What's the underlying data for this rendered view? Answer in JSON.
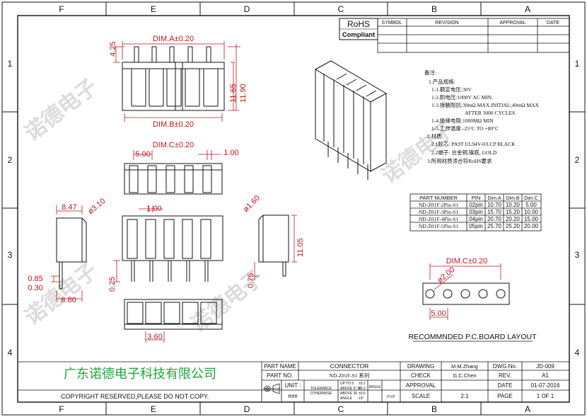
{
  "grid": {
    "columns": [
      "F",
      "E",
      "D",
      "C",
      "B",
      "A"
    ],
    "rows": [
      "1",
      "2",
      "3",
      "4"
    ]
  },
  "rohs": {
    "line1": "RoHS",
    "line2": "Compliant"
  },
  "revision_table": {
    "symbol": "SYMBOL",
    "revision": "REVISION",
    "approval": "APPROVAL",
    "date": "DATE"
  },
  "notes": {
    "heading": "备注:",
    "lines": [
      "1.产品规格:",
      "1-1.额定电压:30V",
      "1-2.耐电压:1000V AC MIN.",
      "1-3.接触阻抗:30mΩ  MAX.INITIAL;40mΩ  MAX",
      "AFTER 3000 CYCLES",
      "1-4.绝缘电阻:1000MΩ  MIN",
      "1-5.工作温度:-25°C TO +80°C",
      "2.材质:",
      "2.1胶芯: PA9T UL94V-0/LCP BLACK",
      "2.2端子: 合金铜,镍底, GOLD",
      "3.所用材质须合符RoHS要求"
    ]
  },
  "parts_table": {
    "headers": [
      "PART NUMBER",
      "PIN",
      "Dim.A",
      "Dim.B",
      "Dim.C"
    ],
    "rows": [
      [
        "ND-Z01F-2Pin-S1",
        "02pin",
        "10.70",
        "10.20",
        "5.00"
      ],
      [
        "ND-Z01F-3Pin-S1",
        "03pin",
        "15.70",
        "15.20",
        "10.00"
      ],
      [
        "ND-Z01F-4Pin-S1",
        "04pin",
        "20.70",
        "20.20",
        "15.00"
      ],
      [
        "ND-Z01F-5Pin-S1",
        "05pin",
        "25.70",
        "25.20",
        "20.00"
      ]
    ]
  },
  "dims": {
    "dim_a": "DIM.A±0.20",
    "dim_b": "DIM.B±0.20",
    "dim_c": "DIM.C±0.20",
    "d425": "4.25",
    "d1165": "11.65",
    "d1190": "11.90",
    "d500": "5.00",
    "d100a": "1.00",
    "d100b": "1.00",
    "d847": "8.47",
    "phi310": "ø3.10",
    "d085": "0.85",
    "d030": "0.30",
    "d880": "8.80",
    "d025": "0.25",
    "d360": "3.60",
    "phi160": "ø1.60",
    "d1105": "11.05",
    "d075": "0.75",
    "pcb_dim_c": "DIM.C±0.20",
    "pcb_phi200": "ø2.00",
    "pcb_500": "5.00"
  },
  "pcb_layout_title": "RECOMMNDED P.C.BOARD LAYOUT",
  "company": "广东诺德电子科技有限公司",
  "copyright": "COPYRIGHT RESERVED,PLEASE DO NOT COPY.",
  "watermark": "诺德电子",
  "title_block": {
    "part_name_label": "PART NAME",
    "part_name": "CONNECTOR",
    "part_no_label": "PART NO.",
    "part_no": "ND-Z01F-S1 系列",
    "unit_label": "UNIT :",
    "unit": "mm",
    "tolerance_label": "TOLERANCE",
    "otherwise_label": "OTHERWISE",
    "tol_rows": [
      [
        "UP TO 5",
        "±0.2"
      ],
      [
        "ABOVE 5~30",
        "±0.3"
      ],
      [
        "ABOVE 30",
        "±0.5"
      ],
      [
        "ANGLE",
        "±3°"
      ]
    ],
    "angle_label": "ANGLE",
    "angle_value": "0°±3°",
    "drawing_label": "DRAWING",
    "drawing_by": "M.M.Zhang",
    "check_label": "CHECK",
    "check_by": "G.C.Chen",
    "approval_label": "APPROVAL",
    "scale_label": "SCALE",
    "scale": "2:1",
    "dwg_no_label": "DWG.No.",
    "dwg_no": "JD-009",
    "rev_label": "REV.",
    "rev": "A1",
    "date_label": "DATE",
    "date": "01-07-2016",
    "page_label": "PAGE",
    "page": "1 OF 1"
  }
}
